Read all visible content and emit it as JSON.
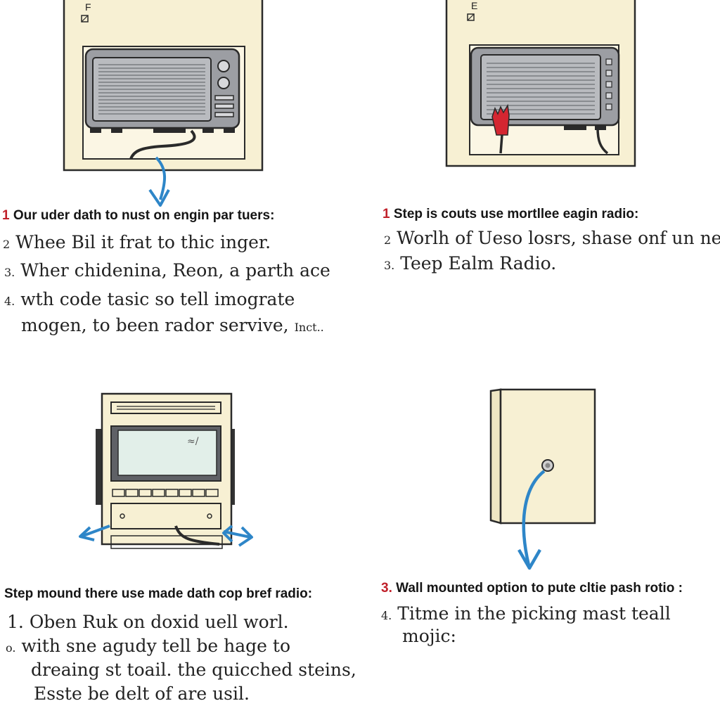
{
  "panel1": {
    "corner_letter": "F",
    "title_num": "1",
    "title": "Our uder dath to nust on engin par tuers:",
    "lines": [
      {
        "num": "2",
        "text": "Whee Bil it frat to thic inger."
      },
      {
        "num": "3.",
        "text": "Wher chidenina, Reon, a parth ace"
      },
      {
        "num": "4.",
        "text": "wth code tasic so tell imograte"
      },
      {
        "num": "",
        "text": "mogen, to been rador servive,",
        "tail": "Inct.."
      }
    ]
  },
  "panel2": {
    "corner_letter": "E",
    "title_num": "1",
    "title": "Step is couts use mortllee eagin radio:",
    "lines": [
      {
        "num": "2",
        "text": "Worlh of Ueso losrs, shase onf un neal"
      },
      {
        "num": "3.",
        "text": "Teep Ealm Radio."
      }
    ]
  },
  "panel3": {
    "screen_mark": "≈/",
    "title": "Step mound there use made dath cop bref radio:",
    "lines": [
      {
        "num": "1.",
        "text": "Oben Ruk on doxid uell worl."
      },
      {
        "num": "o.",
        "text": "with sne agudy tell be hage to"
      },
      {
        "num": "",
        "text": "dreaing st toail. the quicched steins,"
      },
      {
        "num": "",
        "text": "Esste be delt of are usil."
      }
    ]
  },
  "panel4": {
    "title_num": "3.",
    "title": "Wall mounted option to pute cltie pash rotio :",
    "lines": [
      {
        "num": "4.",
        "text": "Titme in the picking mast teall"
      },
      {
        "num": "",
        "text": "mojic:"
      }
    ]
  },
  "colors": {
    "paper": "#f7f0d3",
    "line": "#2a2a2a",
    "radio_gray": "#8e9096",
    "arrow_blue": "#2e86c8",
    "red": "#c0202a"
  }
}
